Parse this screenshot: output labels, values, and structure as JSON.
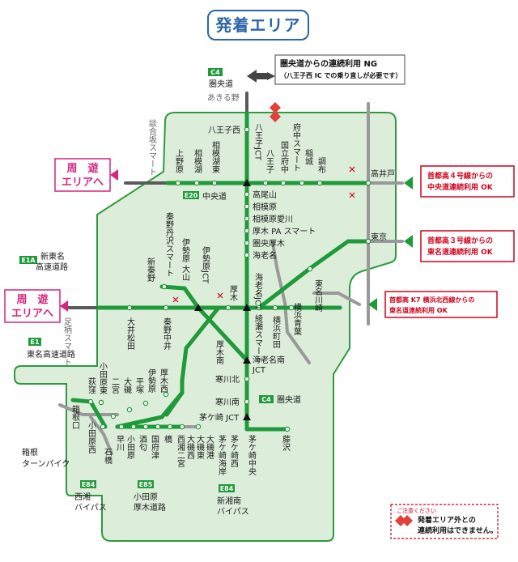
{
  "title": "発着エリア",
  "ng_notice": {
    "line1": "圏央道からの連続利用 NG",
    "line2": "（八王子西 IC での乗り直しが必要です）"
  },
  "callouts": [
    {
      "line1": "首都高４号線からの",
      "line2": "中央道連続利用 OK"
    },
    {
      "line1": "首都高３号線からの",
      "line2": "東名道連続利用 OK"
    },
    {
      "line1": "首都高 K7 横浜北西線からの",
      "line2": "東名道連続利用 OK"
    }
  ],
  "loop_badges": [
    {
      "line1": "周　遊",
      "line2": "エリアへ"
    },
    {
      "line1": "周　遊",
      "line2": "エリアへ"
    }
  ],
  "route_codes": {
    "c4_top": "C4",
    "e20": "E20",
    "e1a": "E1A",
    "e1": "E1",
    "c4_mid": "C4",
    "e84_left": "E84",
    "e85": "E85",
    "e84_right": "E84"
  },
  "road_names": {
    "kenodo_top": "圏央道",
    "chuodo": "中央道",
    "shin_tomei_1": "新東名",
    "shin_tomei_2": "高速道路",
    "tomei": "東名高速道路",
    "kenodo_mid": "圏央道",
    "hakone_1": "箱根",
    "hakone_2": "ターンパイク",
    "seisho_1": "西湘",
    "seisho_2": "バイパス",
    "odawara_1": "小田原",
    "odawara_2": "厚木道路",
    "shinshonan_1": "新湘南",
    "shinshonan_2": "バイパス"
  },
  "interchanges_horizontal": {
    "akiruno": "あきる野",
    "hachioji_nishi": "八王子西",
    "takaido": "高井戸",
    "e20": "中央道",
    "takaoyama": "高尾山",
    "sagamihara": "相模原",
    "sagamihara_aikawa": "相模原愛川",
    "atsugi_pa": "厚木 PA スマート",
    "ken_atsugi": "圏央厚木",
    "ebina_n": "海老名",
    "tokyo": "東京",
    "ebina_minami_1": "海老名南",
    "ebina_minami_2": "JCT",
    "samukawa_kita": "寒川北",
    "samukawa_minami": "寒川南",
    "chigasaki_jct": "茅ケ崎 JCT"
  },
  "interchanges_vertical": {
    "dankazaka": "談合坂スマート",
    "uenohara": "上野原",
    "sagamiko": "相模湖",
    "sagamiko_higashi": "相模湖東",
    "hachioji_jct": "八王子JCT",
    "hachioji": "八王子",
    "kunitachi": "国立府中",
    "fuchu_smart": "府中スマート",
    "inagi": "稲城",
    "chofu": "調布",
    "isehara_nikoku": "伊勢原 大山",
    "isehara_jct": "伊勢原JCT",
    "atsugi": "厚木",
    "ebina_jct": "海老名JCT",
    "ayase": "綾瀬スマート",
    "yokohama_machida": "横浜町田",
    "yokohama_aoba": "横浜青葉",
    "tomei_kawasaki": "東名川崎",
    "hadano_tanzawa": "秦野丹沢スマート",
    "shin_hadano": "新秦野",
    "oi_matsuda": "大井松田",
    "hadano_nakai": "秦野中井",
    "ashigara": "足柄スマート",
    "atsugi_minami": "厚木南",
    "odawara_higashi": "小田原東",
    "ninomiya": "二宮",
    "oiso": "大磯",
    "hiratsuka": "平塚",
    "isehara": "伊勢原",
    "atsugi_nishi": "厚木西",
    "ogikubo": "荻窪",
    "hakoneguchi": "箱根口",
    "odawara_nishi": "小田原西",
    "ishibashi": "石橋",
    "hayakawa": "早川",
    "odawara": "小田原",
    "sakawa": "酒匂",
    "kokufu": "国府津",
    "hashi": "橋",
    "nishi_ninomiya": "西湘二宮",
    "oiso_nishi": "大磯西",
    "oiso_higashi": "大磯東",
    "oiso_port": "大磯港",
    "chigasaki_kaigan": "茅ケ崎海岸",
    "chigasaki_nishi": "茅ケ崎西",
    "chigasaki_chuo": "茅ケ崎中央",
    "fujisawa": "藤沢"
  },
  "caution": {
    "heading": "ご注意ください",
    "line1": "発着エリア外との",
    "line2": "連続利用はできません。"
  },
  "colors": {
    "area_fill": "#dcedda",
    "area_border": "#2f9a3e",
    "expressway": "#1f9a3a",
    "other_road": "#999999",
    "outside_road": "#5a5a5a",
    "title": "#2b66a7",
    "loop_pink": "#d6247f",
    "callout_red": "#d0021b"
  }
}
